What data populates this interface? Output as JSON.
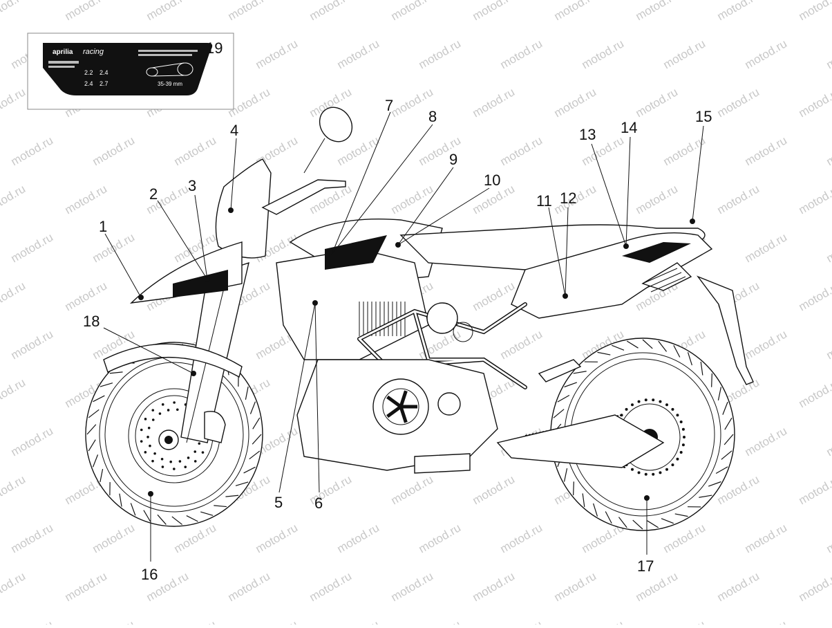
{
  "watermark_text": "motod.ru",
  "callouts": [
    "1",
    "2",
    "3",
    "4",
    "5",
    "6",
    "7",
    "8",
    "9",
    "10",
    "11",
    "12",
    "13",
    "14",
    "15",
    "16",
    "17",
    "18",
    "19"
  ],
  "sticker": {
    "brand": "aprilia",
    "tagline": "racing",
    "pressure_values": [
      "2.2",
      "2.4",
      "2.4",
      "2.7"
    ],
    "chain_slack": "35-39 mm"
  }
}
